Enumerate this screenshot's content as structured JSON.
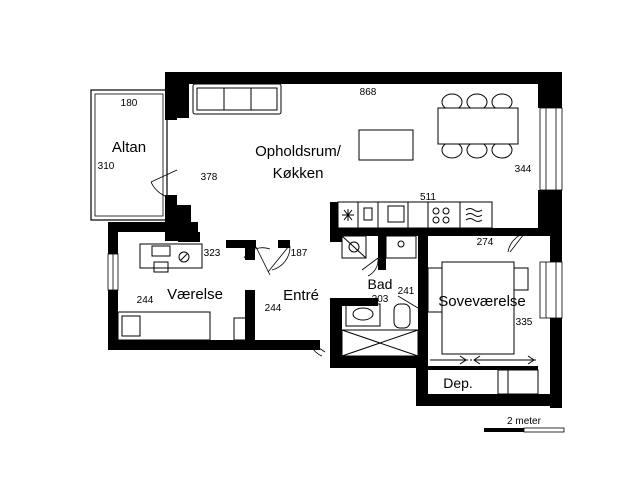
{
  "rooms": {
    "altan": "Altan",
    "opholdsrum_line1": "Opholdsrum/",
    "opholdsrum_line2": "Køkken",
    "vaerelse": "Værelse",
    "entre": "Entré",
    "bad": "Bad",
    "sovevaerelse": "Soveværelse",
    "dep": "Dep."
  },
  "dimensions": {
    "altan_width": "180",
    "altan_depth": "310",
    "living_width": "868",
    "living_left_depth": "378",
    "living_right_depth": "344",
    "kitchen_length": "511",
    "bedroom_width": "274",
    "bedroom_depth": "335",
    "room_width": "323",
    "room_depth": "244",
    "entre_width": "187",
    "entre_depth": "244",
    "bath_width": "203",
    "bath_depth": "241"
  },
  "scale": {
    "label": "2 meter"
  },
  "colors": {
    "wall": "#000000",
    "background": "#ffffff"
  }
}
